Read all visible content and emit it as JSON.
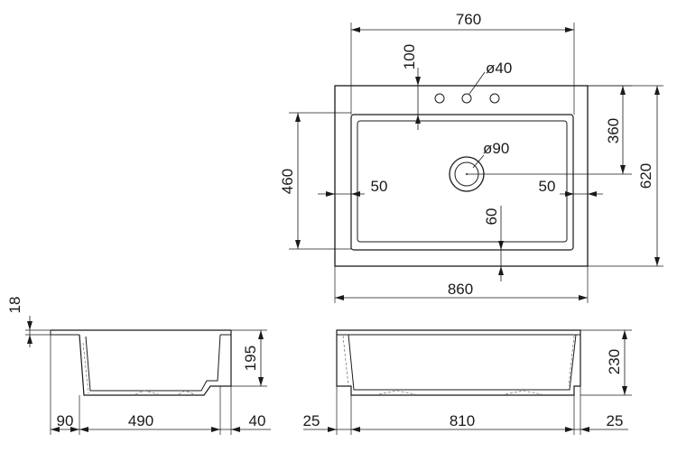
{
  "top_view": {
    "width_outer": "860",
    "width_bowl": "760",
    "depth_outer": "620",
    "depth_bowl": "460",
    "tap_hole_offset": "100",
    "tap_hole_diameter": "ø40",
    "drain_diameter": "ø90",
    "drain_to_back": "360",
    "rim_left": "50",
    "rim_right": "50",
    "rim_front": "60"
  },
  "side_view": {
    "rim_thickness": "18",
    "bowl_depth": "195",
    "back_overhang": "90",
    "bowl_length": "490",
    "front_overhang": "40"
  },
  "front_view": {
    "height": "230",
    "left_offset": "25",
    "body_width": "810",
    "right_offset": "25"
  }
}
